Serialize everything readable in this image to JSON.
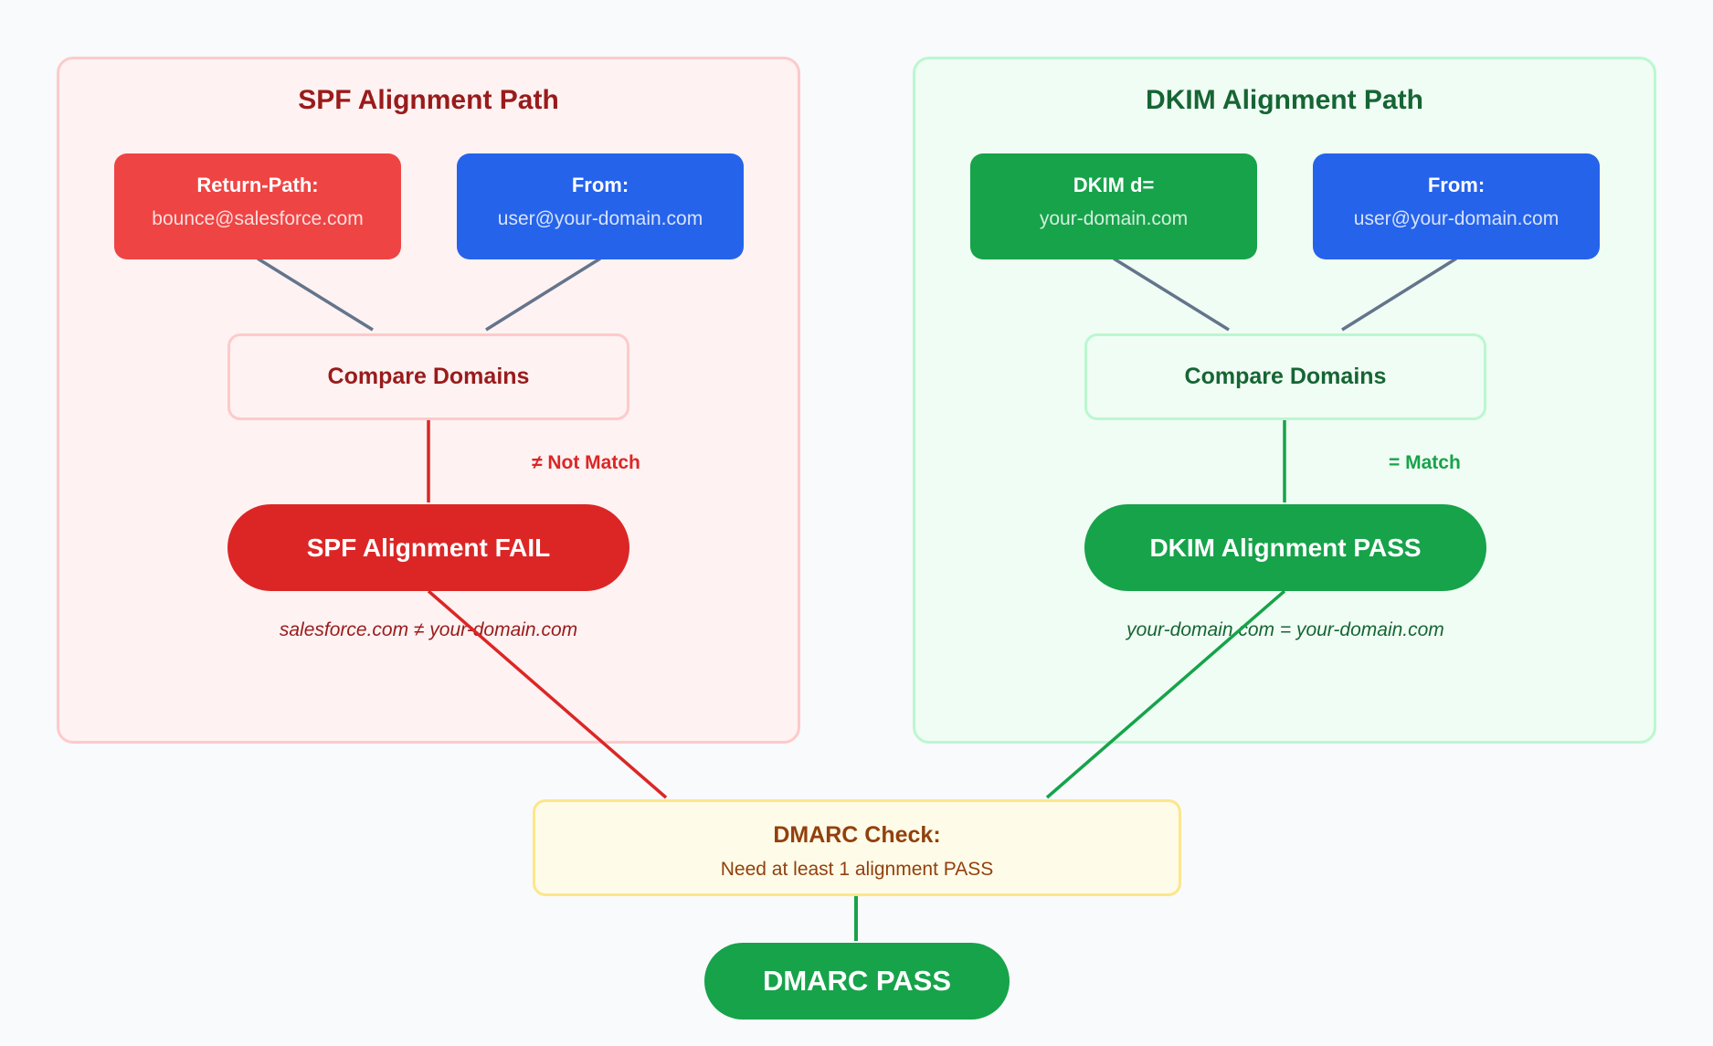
{
  "spf_path": {
    "title": "SPF Alignment Path",
    "return_path": {
      "label": "Return-Path:",
      "value": "bounce@salesforce.com"
    },
    "from": {
      "label": "From:",
      "value": "user@your-domain.com"
    },
    "compare_label": "Compare Domains",
    "match_label": "≠ Not Match",
    "result": "SPF Alignment FAIL",
    "formula": "salesforce.com ≠ your-domain.com"
  },
  "dkim_path": {
    "title": "DKIM Alignment Path",
    "dkim_d": {
      "label": "DKIM d=",
      "value": "your-domain.com"
    },
    "from": {
      "label": "From:",
      "value": "user@your-domain.com"
    },
    "compare_label": "Compare Domains",
    "match_label": "= Match",
    "result": "DKIM Alignment PASS",
    "formula": "your-domain.com = your-domain.com"
  },
  "dmarc_check": {
    "title": "DMARC Check:",
    "subtitle": "Need at least 1 alignment PASS"
  },
  "final_result": "DMARC PASS",
  "colors": {
    "fail": "#dc2626",
    "pass": "#16a34a",
    "from_blue": "#2563eb",
    "connector_gray": "#64748b"
  }
}
